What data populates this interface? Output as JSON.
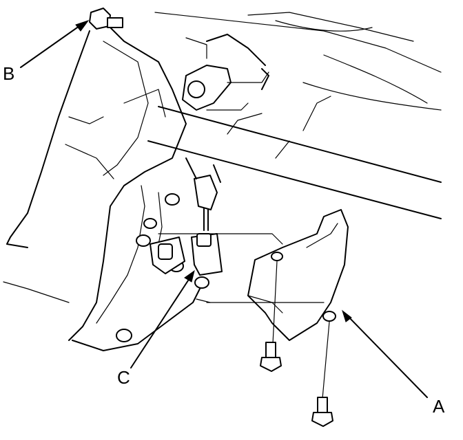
{
  "callouts": {
    "a": {
      "label": "A"
    },
    "b": {
      "label": "B"
    },
    "c": {
      "label": "C"
    }
  }
}
